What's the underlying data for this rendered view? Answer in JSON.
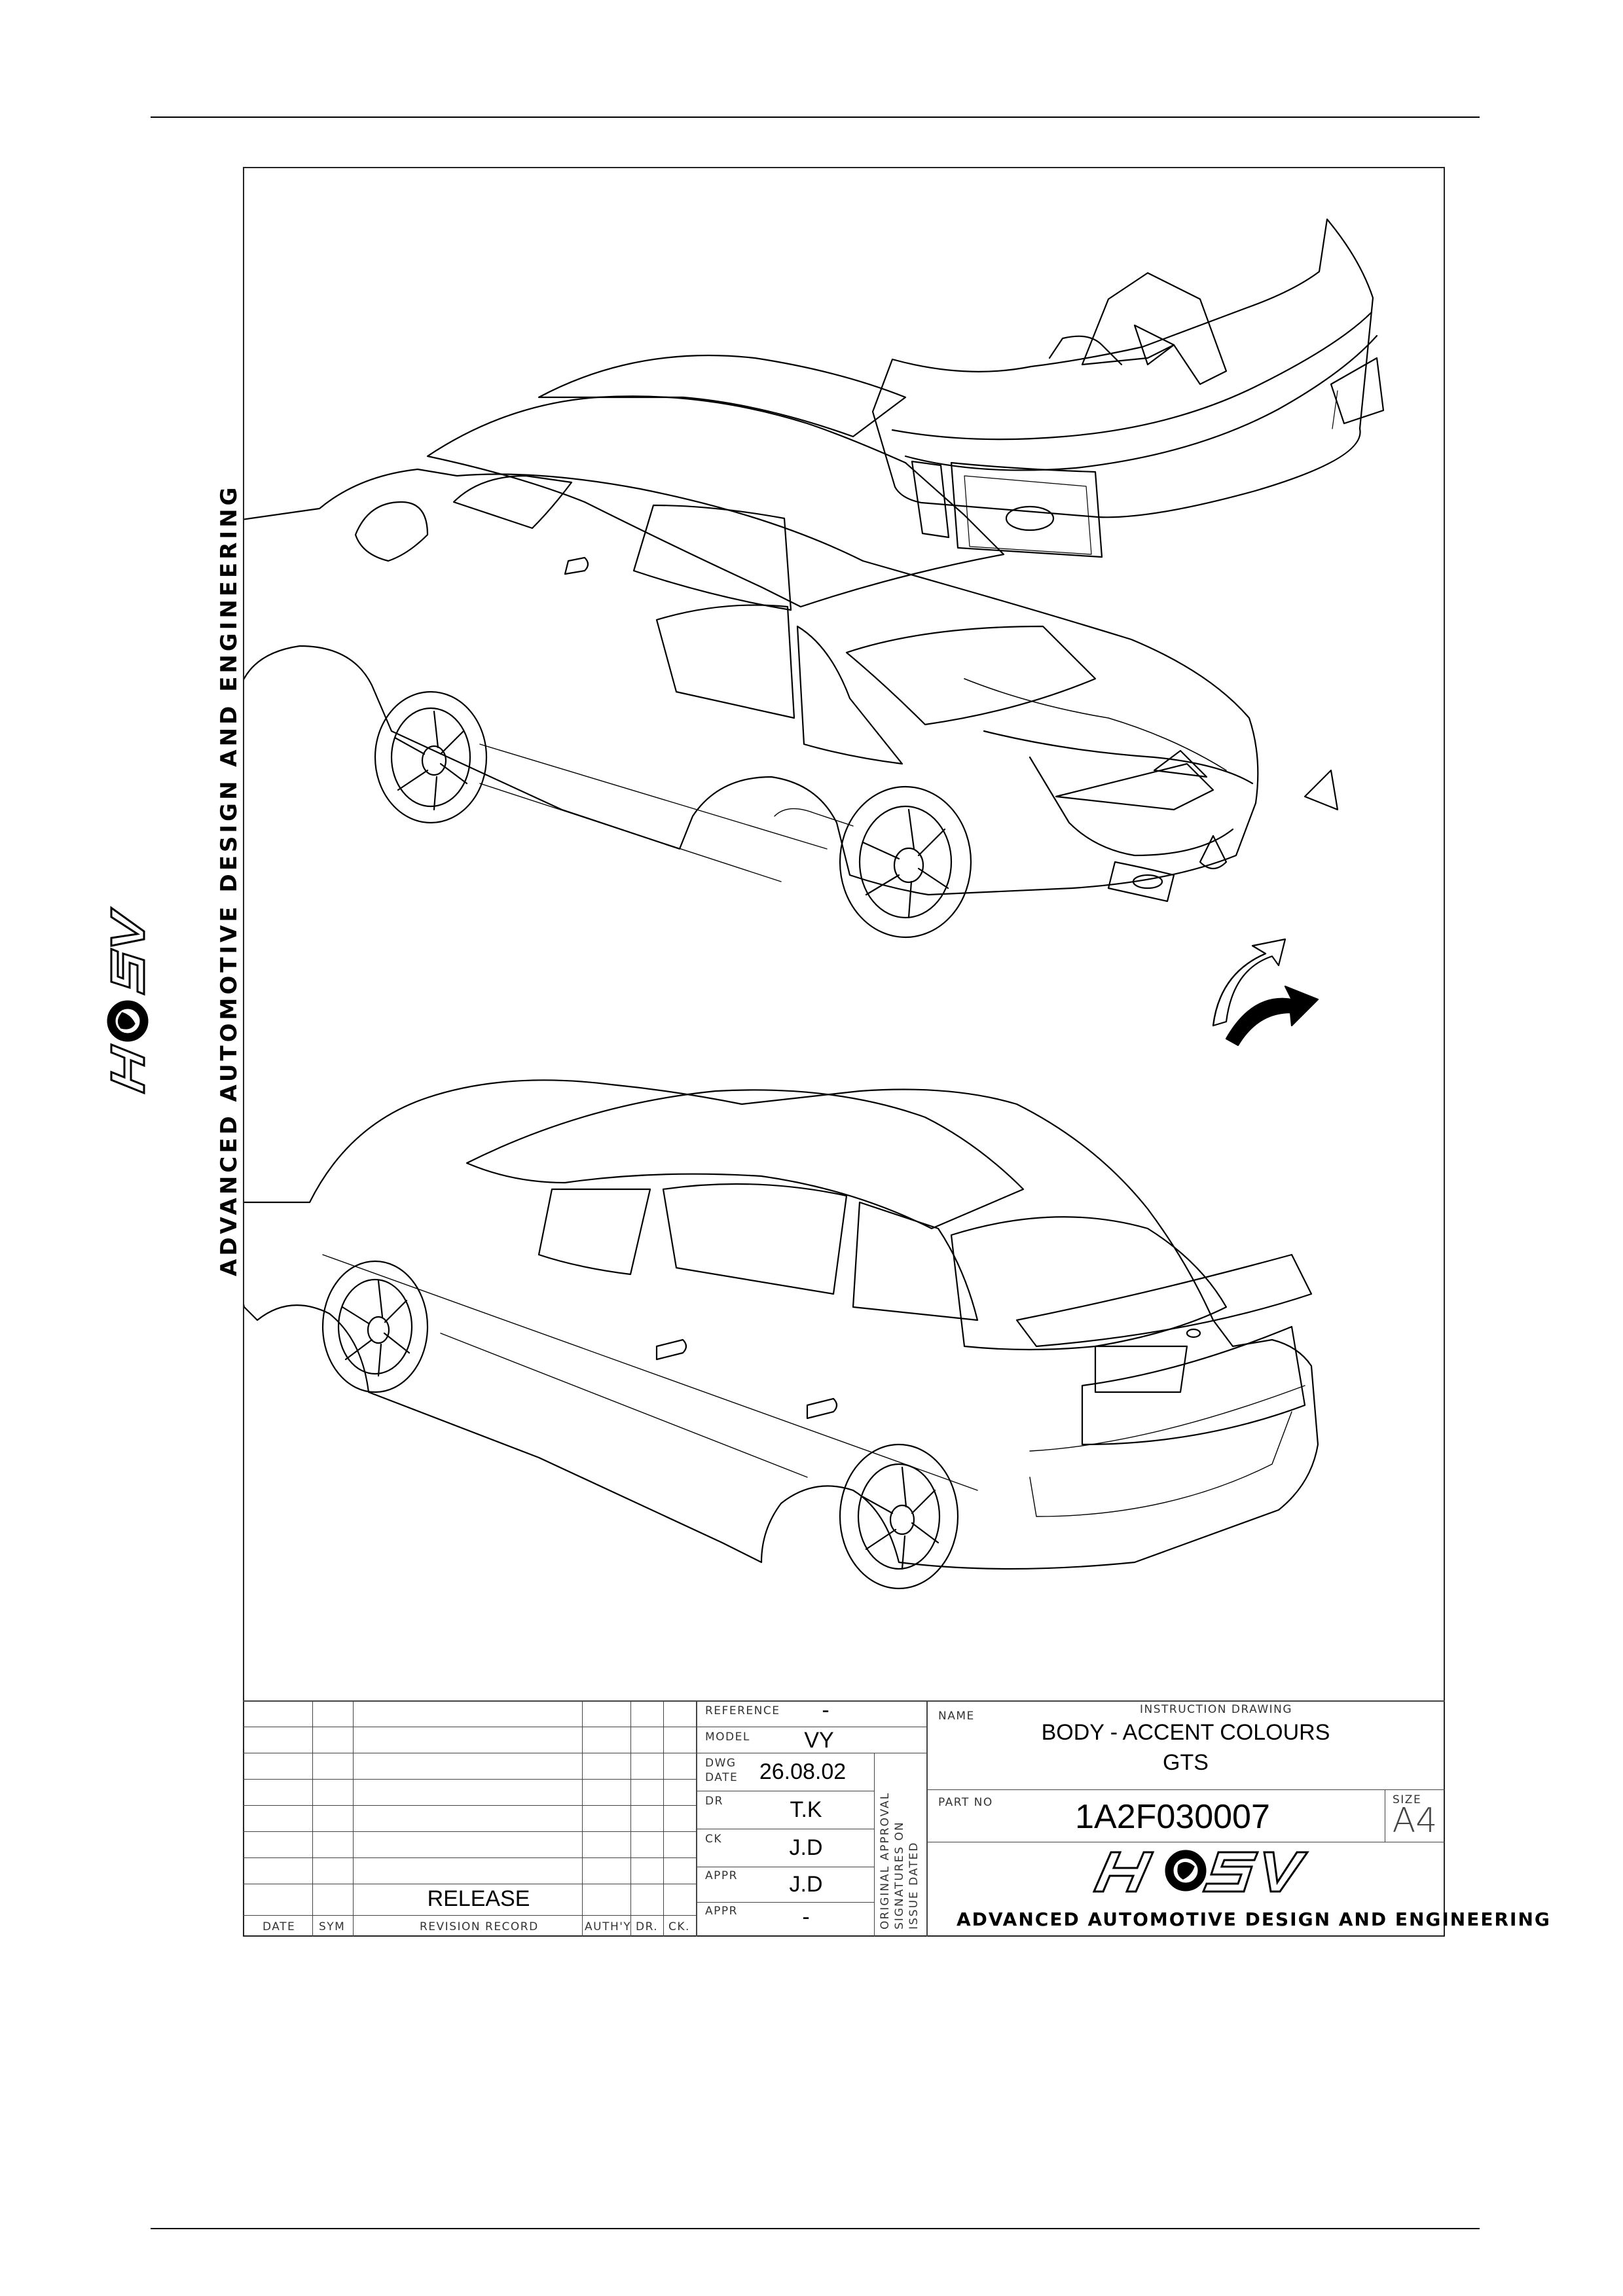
{
  "brand": {
    "tagline": "ADVANCED AUTOMOTIVE DESIGN AND ENGINEERING",
    "logo_text": "HSV"
  },
  "title_block": {
    "reference_label": "REFERENCE",
    "reference_value": "-",
    "model_label": "MODEL",
    "model_value": "VY",
    "dwg_date_label_1": "DWG",
    "dwg_date_label_2": "DATE",
    "dwg_date_value": "26.08.02",
    "dr_label": "DR",
    "dr_value": "T.K",
    "ck_label": "CK",
    "ck_value": "J.D",
    "appr_label": "APPR",
    "appr_value": "J.D",
    "appr2_label": "APPR",
    "appr2_value": "-",
    "approval_note_1": "ORIGINAL APPROVAL",
    "approval_note_2": "SIGNATURES ON",
    "approval_note_3": "ISSUE DATED",
    "name_label": "NAME",
    "drawing_type": "INSTRUCTION DRAWING",
    "name_line_1": "BODY - ACCENT COLOURS",
    "name_line_2": "GTS",
    "part_no_label": "PART NO",
    "part_no_value": "1A2F030007",
    "size_label": "SIZE",
    "size_value": "A4",
    "revision_entry": "RELEASE",
    "revision_headers": [
      "DATE",
      "SYM",
      "REVISION RECORD",
      "AUTH'Y",
      "DR.",
      "CK."
    ]
  }
}
